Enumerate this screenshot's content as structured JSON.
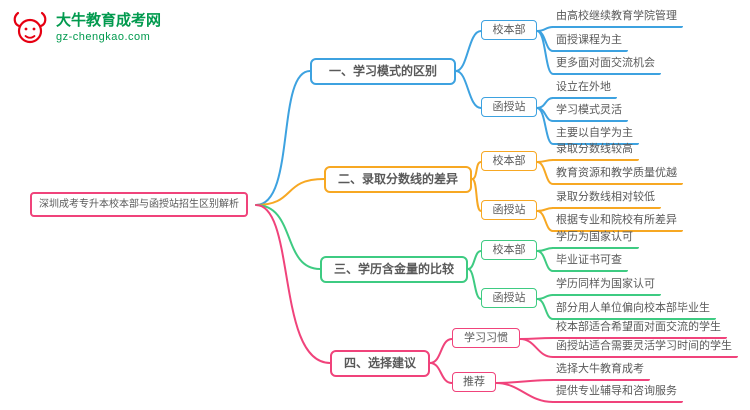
{
  "site": {
    "logo_title": "大牛教育成考网",
    "logo_domain": "gz-chengkao.com",
    "brand_red": "#e60012",
    "brand_green": "#019a4e"
  },
  "root": {
    "label": "深圳成考专升本校本部与函授站招生区别解析",
    "color": "#f0437b"
  },
  "branches": [
    {
      "label": "一、学习模式的区别",
      "color": "#3da2e0",
      "groups": [
        {
          "label": "校本部",
          "leaves": [
            "由高校继续教育学院管理",
            "面授课程为主",
            "更多面对面交流机会"
          ]
        },
        {
          "label": "函授站",
          "leaves": [
            "设立在外地",
            "学习模式灵活",
            "主要以自学为主"
          ]
        }
      ]
    },
    {
      "label": "二、录取分数线的差异",
      "color": "#f7a823",
      "groups": [
        {
          "label": "校本部",
          "leaves": [
            "录取分数线较高",
            "教育资源和教学质量优越"
          ]
        },
        {
          "label": "函授站",
          "leaves": [
            "录取分数线相对较低",
            "根据专业和院校有所差异"
          ]
        }
      ]
    },
    {
      "label": "三、学历含金量的比较",
      "color": "#3ecb82",
      "groups": [
        {
          "label": "校本部",
          "leaves": [
            "学历为国家认可",
            "毕业证书可查"
          ]
        },
        {
          "label": "函授站",
          "leaves": [
            "学历同样为国家认可",
            "部分用人单位偏向校本部毕业生"
          ]
        }
      ]
    },
    {
      "label": "四、选择建议",
      "color": "#f0437b",
      "groups": [
        {
          "label": "学习习惯",
          "leaves": [
            "校本部适合希望面对面交流的学生",
            "函授站适合需要灵活学习时间的学生"
          ]
        },
        {
          "label": "推荐",
          "leaves": [
            "选择大牛教育成考",
            "提供专业辅导和咨询服务"
          ]
        }
      ]
    }
  ]
}
